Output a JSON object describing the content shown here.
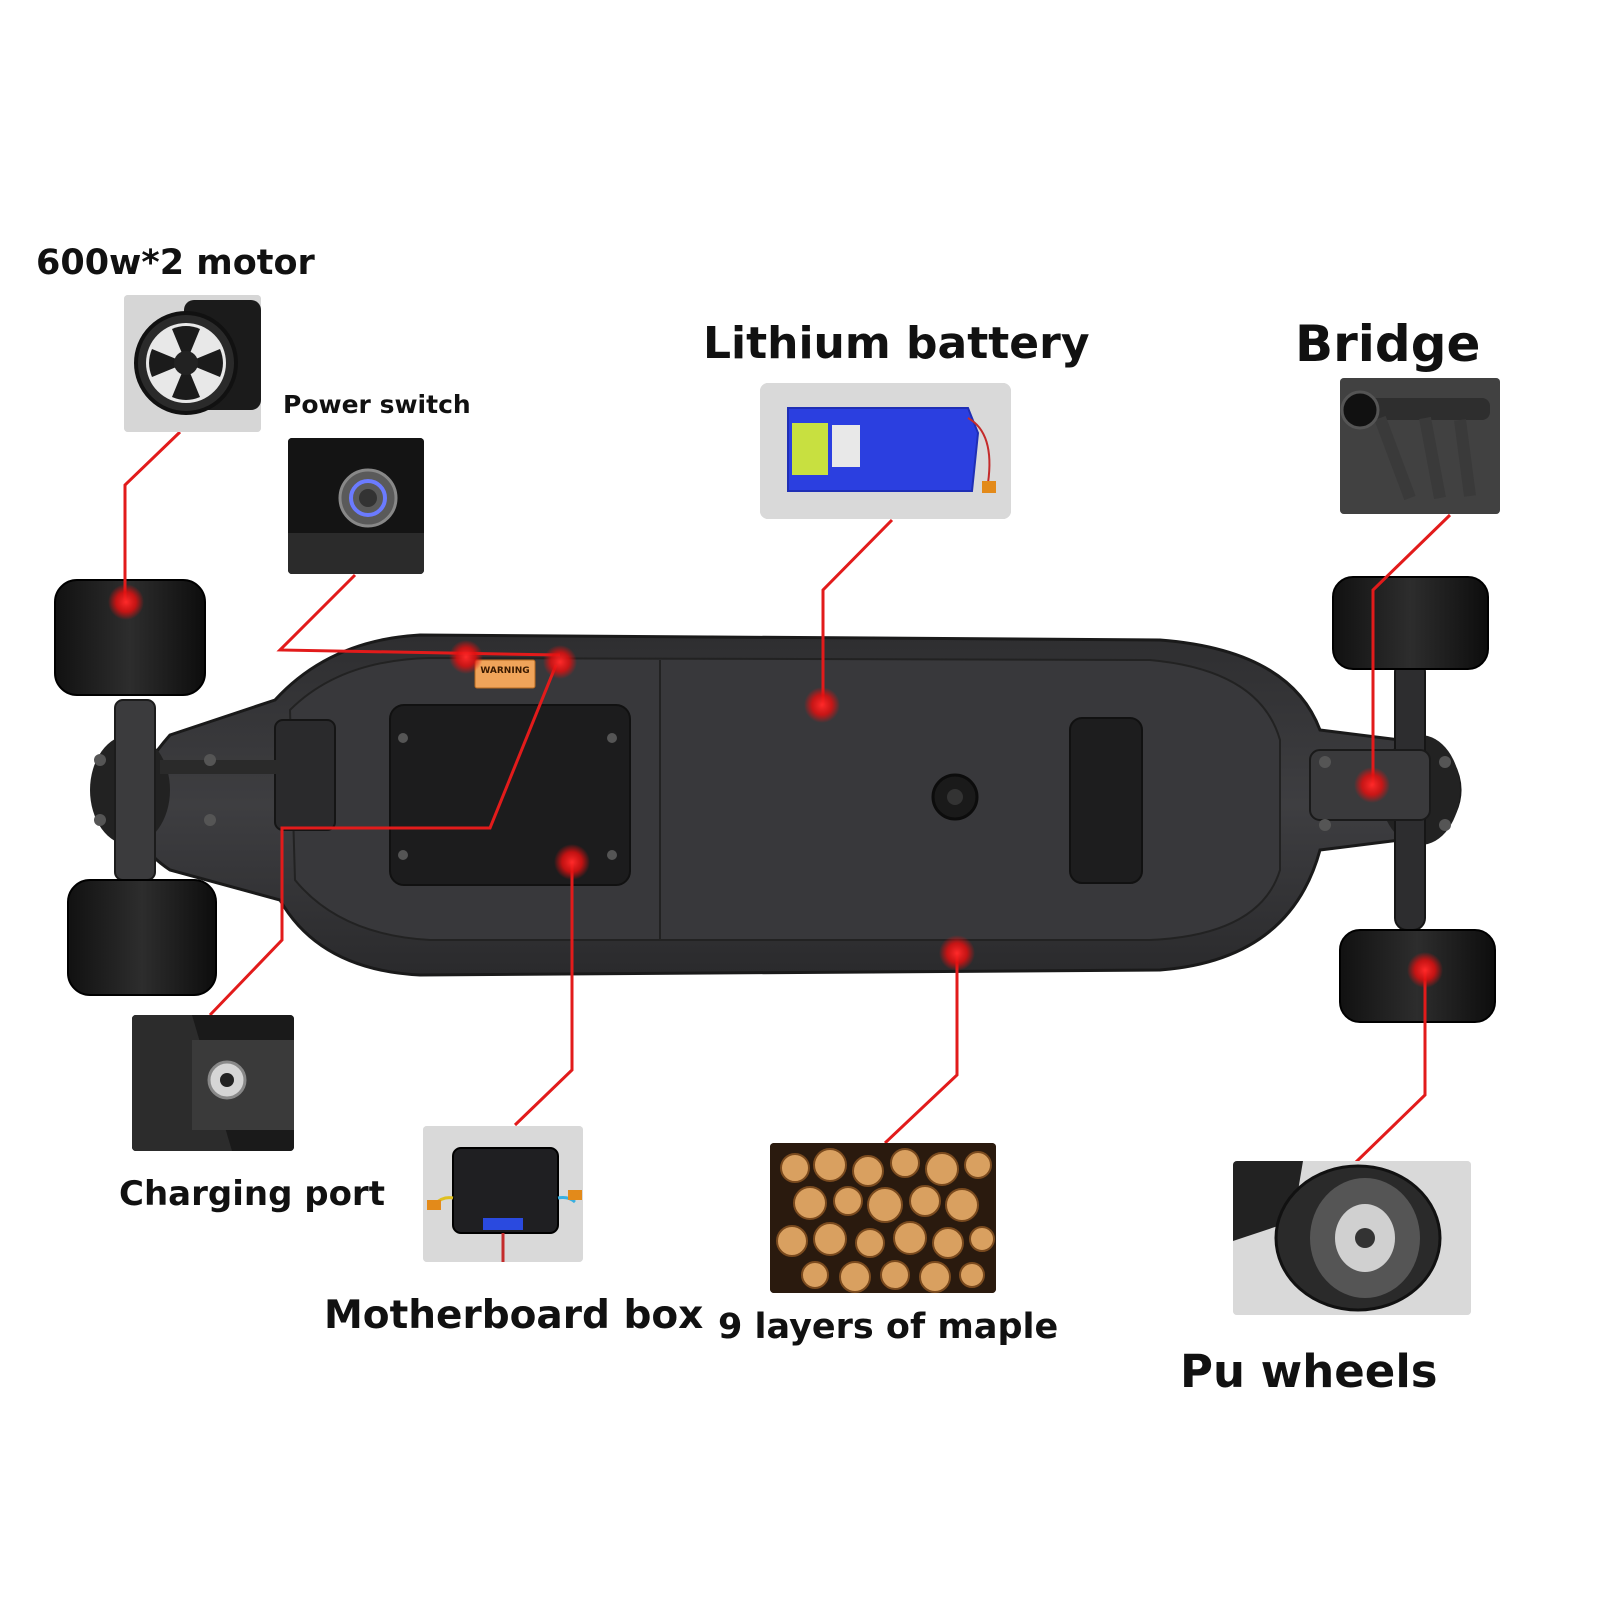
{
  "labels": {
    "motor": "600w*2 motor",
    "power_switch": "Power switch",
    "lithium_battery": "Lithium battery",
    "bridge": "Bridge",
    "charging_port": "Charging port",
    "motherboard_box": "Motherboard box",
    "maple": "9 layers of maple",
    "pu_wheels": "Pu wheels"
  },
  "warning_sticker": "WARNING",
  "colors": {
    "callout_line": "#e21b1b",
    "callout_dot": "#e01010",
    "deck": "#3a3a3c",
    "wheel": "#1c1c1c",
    "battery": "#2b3fe0",
    "thumb_bg": "#d9d9d9"
  }
}
